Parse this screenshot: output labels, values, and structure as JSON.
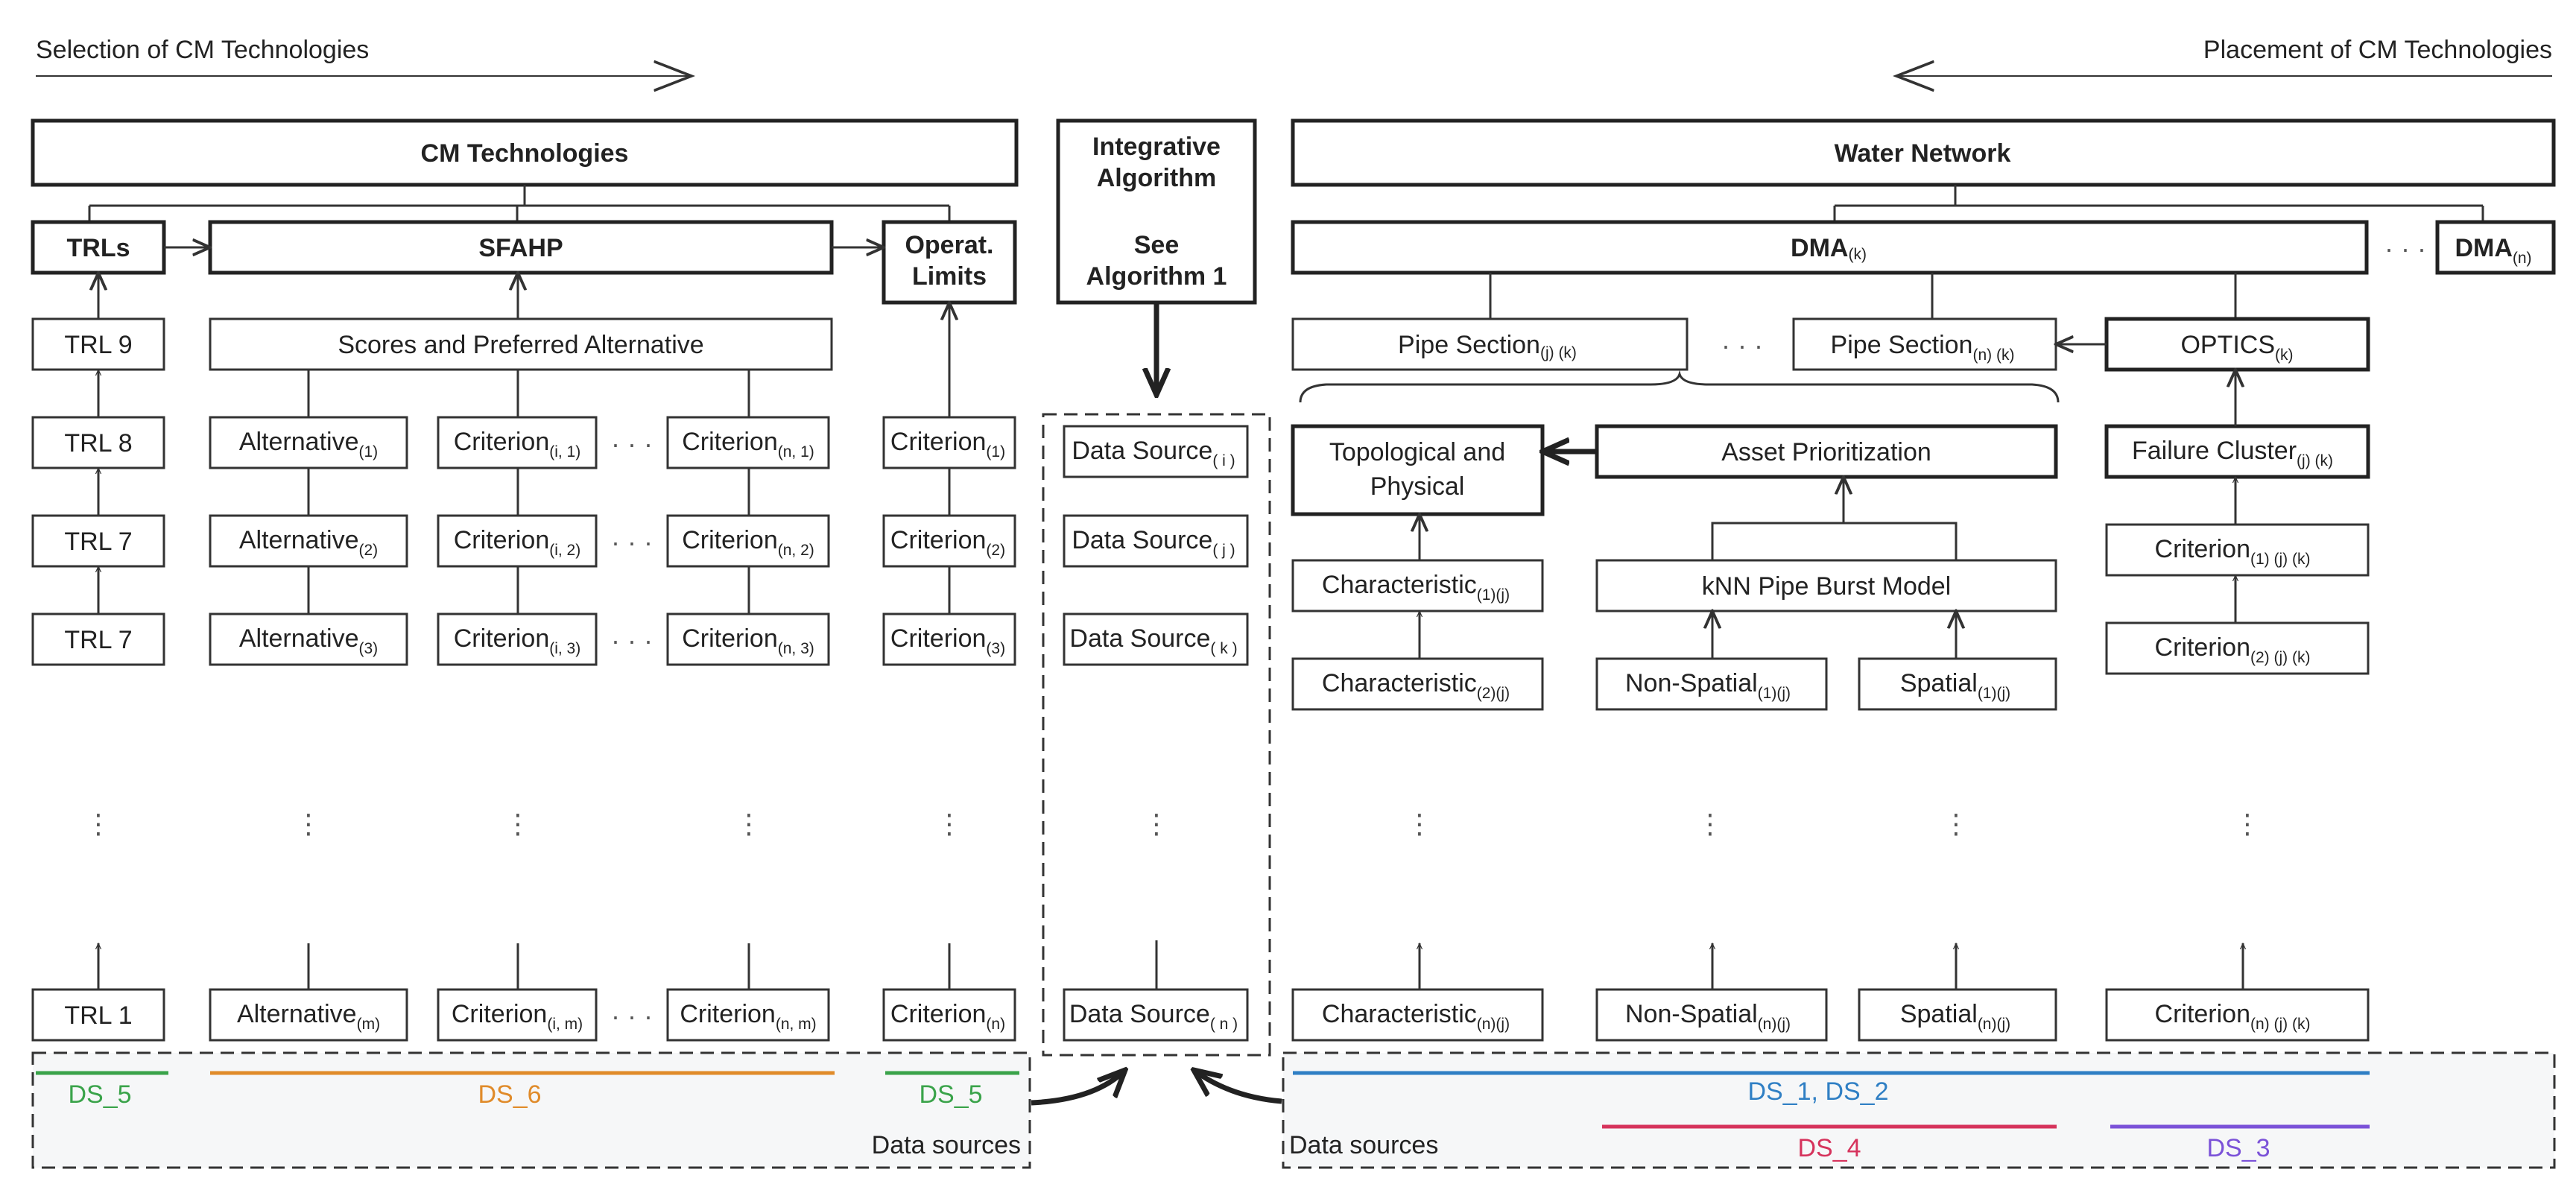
{
  "header": {
    "left_title": "Selection of CM Technologies",
    "right_title": "Placement of CM Technologies"
  },
  "left": {
    "cm_technologies": "CM Technologies",
    "trls": "TRLs",
    "sfahp": "SFAHP",
    "operat_limits": [
      "Operat.",
      "Limits"
    ],
    "scores": "Scores and Preferred Alternative",
    "trl_items": [
      "TRL 9",
      "TRL 8",
      "TRL 7",
      "TRL 7",
      "TRL 1"
    ],
    "alternative_base": "Alternative",
    "alternative_subs": [
      "(1)",
      "(2)",
      "(3)",
      "(m)"
    ],
    "criterion_base": "Criterion",
    "criterion_i_subs": [
      "(i, 1)",
      "(i, 2)",
      "(i, 3)",
      "(i, m)"
    ],
    "criterion_n_subs": [
      "(n, 1)",
      "(n, 2)",
      "(n, 3)",
      "(n, m)"
    ],
    "criterion_op_subs": [
      "(1)",
      "(2)",
      "(3)",
      "(n)"
    ]
  },
  "middle": {
    "integrative": [
      "Integrative",
      "Algorithm",
      "",
      "See",
      "Algorithm 1"
    ],
    "data_source_base": "Data Source",
    "data_source_subs": [
      "( i )",
      "( j )",
      "( k )",
      "( n )"
    ]
  },
  "right": {
    "water_network": "Water Network",
    "dma_k_base": "DMA",
    "dma_k_sub": "(k)",
    "dma_n_base": "DMA",
    "dma_n_sub": "(n)",
    "pipe_section_base": "Pipe Section",
    "pipe_section_jk_sub": "(j) (k)",
    "pipe_section_nk_sub": "(n) (k)",
    "optics_base": "OPTICS",
    "optics_sub": "(k)",
    "topological": [
      "Topological and",
      "Physical"
    ],
    "asset_prioritization": "Asset Prioritization",
    "failure_cluster_base": "Failure Cluster",
    "failure_cluster_sub": "(j) (k)",
    "characteristic_base": "Characteristic",
    "characteristic_subs": [
      "(1)(j)",
      "(2)(j)",
      "(n)(j)"
    ],
    "knn": "kNN Pipe Burst Model",
    "non_spatial_base": "Non-Spatial",
    "non_spatial_subs": [
      "(1)(j)",
      "(n)(j)"
    ],
    "spatial_base": "Spatial",
    "spatial_subs": [
      "(1)(j)",
      "(n)(j)"
    ],
    "criterion_base": "Criterion",
    "criterion_subs": [
      "(1) (j) (k)",
      "(2) (j) (k)",
      "(n) (j) (k)"
    ]
  },
  "datasources": {
    "left_label": "Data sources",
    "right_label": "Data sources",
    "ds5": "DS_5",
    "ds6": "DS_6",
    "ds12": "DS_1, DS_2",
    "ds4": "DS_4",
    "ds3": "DS_3"
  },
  "colors": {
    "green": "#3aa34a",
    "orange": "#e08b2a",
    "blue": "#2f7fc4",
    "red": "#d6335c",
    "purple": "#7b52d8"
  }
}
